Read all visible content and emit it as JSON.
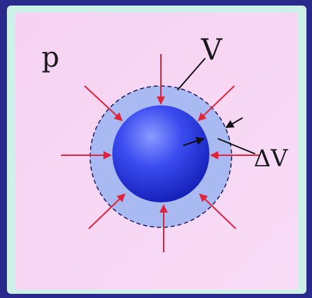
{
  "diagram": {
    "labels": {
      "pressure": "p",
      "volume": "V",
      "volume_change": "ΔV"
    },
    "colors": {
      "border": "#2a2a8c",
      "panel": "#f4d6f2",
      "panel_glow": "#d8f2ec",
      "shell_fill": "#a9b9f2",
      "sphere_light": "#7b8cff",
      "sphere_dark": "#1a2ad6",
      "arrow": "#e0223a",
      "ink": "#111111"
    }
  }
}
